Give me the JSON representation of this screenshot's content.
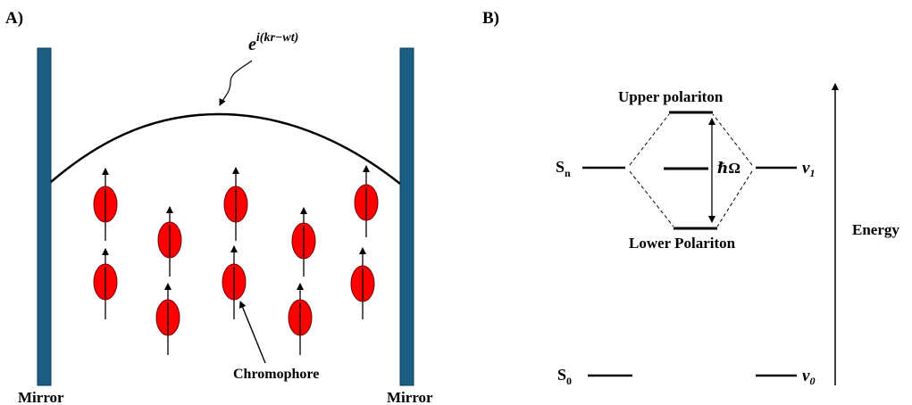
{
  "panel_a": {
    "label": "A)",
    "wave_formula": {
      "base": "e",
      "exponent": "i(kr−wt)"
    },
    "left_mirror_label": "Mirror",
    "right_mirror_label": "Mirror",
    "chromophore_label": "Chromophore",
    "chromophore_count": 10,
    "colors": {
      "mirror": "#1b5e84",
      "chromophore": "#ff0000",
      "line": "#000000"
    }
  },
  "panel_b": {
    "label": "B)",
    "sn_label": {
      "base": "S",
      "sub": "n"
    },
    "s0_label": {
      "base": "S",
      "sub": "0"
    },
    "nu1_label": {
      "base": "ν",
      "sub": "1"
    },
    "nu0_label": {
      "base": "ν",
      "sub": "0"
    },
    "upper_label": "Upper polariton",
    "lower_label": "Lower Polariton",
    "rabi_label": "ℏΩ",
    "energy_label": "Energy"
  }
}
